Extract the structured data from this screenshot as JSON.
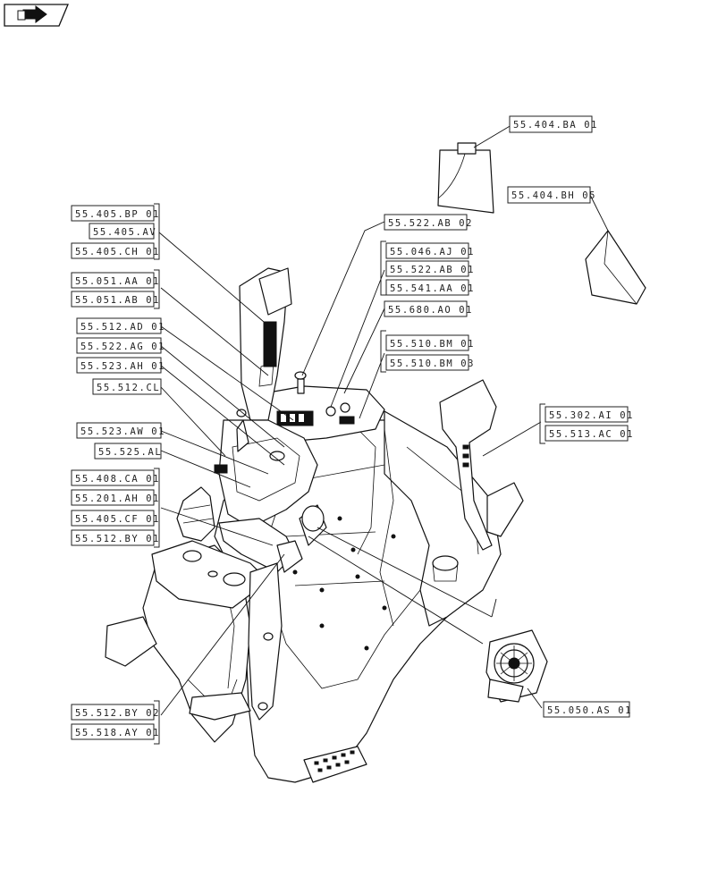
{
  "nav_icon": "book-arrow-icon",
  "refs": [
    {
      "id": "r1",
      "label": "55.404.BA 01"
    },
    {
      "id": "r2",
      "label": "55.404.BH 05"
    },
    {
      "id": "r3",
      "label": "55.405.BP 01"
    },
    {
      "id": "r4",
      "label": "55.405.AV"
    },
    {
      "id": "r5",
      "label": "55.405.CH 01"
    },
    {
      "id": "r6",
      "label": "55.522.AB 02"
    },
    {
      "id": "r7",
      "label": "55.046.AJ 01"
    },
    {
      "id": "r8",
      "label": "55.522.AB 01"
    },
    {
      "id": "r9",
      "label": "55.541.AA 01"
    },
    {
      "id": "r10",
      "label": "55.051.AA 01"
    },
    {
      "id": "r11",
      "label": "55.051.AB 01"
    },
    {
      "id": "r12",
      "label": "55.680.AO 01"
    },
    {
      "id": "r13",
      "label": "55.512.AD 01"
    },
    {
      "id": "r14",
      "label": "55.522.AG 01"
    },
    {
      "id": "r15",
      "label": "55.510.BM 01"
    },
    {
      "id": "r16",
      "label": "55.510.BM 03"
    },
    {
      "id": "r17",
      "label": "55.523.AH 01"
    },
    {
      "id": "r18",
      "label": "55.512.CL"
    },
    {
      "id": "r19",
      "label": "55.302.AI 01"
    },
    {
      "id": "r20",
      "label": "55.513.AC 01"
    },
    {
      "id": "r21",
      "label": "55.523.AW 01"
    },
    {
      "id": "r22",
      "label": "55.525.AL"
    },
    {
      "id": "r23",
      "label": "55.408.CA 01"
    },
    {
      "id": "r24",
      "label": "55.201.AH 01"
    },
    {
      "id": "r25",
      "label": "55.405.CF 01"
    },
    {
      "id": "r26",
      "label": "55.512.BY 01"
    },
    {
      "id": "r27",
      "label": "55.050.AS 01"
    },
    {
      "id": "r28",
      "label": "55.512.BY 02"
    },
    {
      "id": "r29",
      "label": "55.518.AY 01"
    }
  ]
}
